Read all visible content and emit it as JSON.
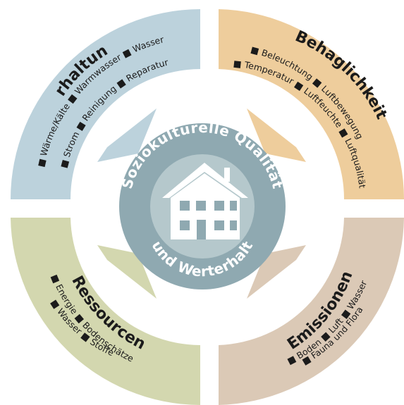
{
  "center": {
    "top_text": "Soziokulturelle Qualität",
    "bottom_text": "und Werterhalt"
  },
  "quadrants": {
    "erhaltung": {
      "title": "Erhaltung",
      "line1": "■ Wärme/Kälte ■ Warmwasser ■ Wasser",
      "line2": "■ Strom ■ Reinigung ■ Reparatur",
      "color": "#bcd2dc"
    },
    "behaglichkeit": {
      "title": "Behaglichkeit",
      "line1": "■ Beleuchtung ■ Luftbewegung",
      "line2": "■ Temperatur ■ Luftfeuchte ■ Luftqualität",
      "color": "#eecd9c"
    },
    "ressourcen": {
      "title": "Ressourcen",
      "line1": "■ Energie ■ Bodenschätze",
      "line2": "■ Wasser ■ Stoffe",
      "color": "#d3d7af"
    },
    "emissionen": {
      "title": "Emissionen",
      "line1": "■ Boden ■ Luft ■ Wasser",
      "line2": "■ Fauna und Flora",
      "color": "#dbc9b6"
    }
  },
  "colors": {
    "center_outer": "#8fa9b1",
    "center_inner": "#b5c8cc",
    "house": "#ffffff",
    "window": "#8fa9b1"
  }
}
